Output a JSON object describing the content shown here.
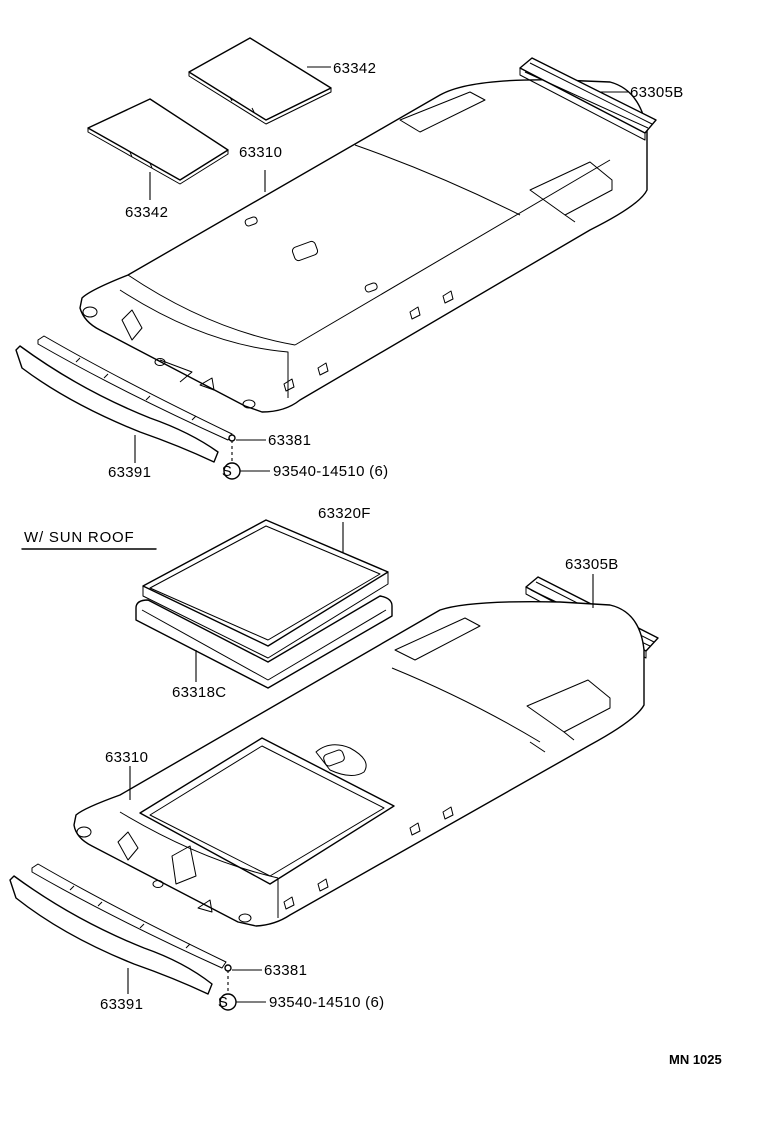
{
  "diagram": {
    "sections": {
      "standard": {
        "parts": {
          "sunshade_pad_upper": "63342",
          "sunshade_pad_lower": "63342",
          "headlining": "63310",
          "rear_trim": "63305B",
          "clip": "63381",
          "front_trim": "63391",
          "screw": "93540-14510 (6)",
          "screw_symbol": "S"
        }
      },
      "sun_roof": {
        "heading": "W/ SUN ROOF",
        "parts": {
          "sunshade": "63320F",
          "opening_trim": "63318C",
          "rear_trim": "63305B",
          "headlining": "63310",
          "clip": "63381",
          "front_trim": "63391",
          "screw": "93540-14510 (6)",
          "screw_symbol": "S"
        }
      }
    },
    "reference_code": "MN 1025"
  }
}
